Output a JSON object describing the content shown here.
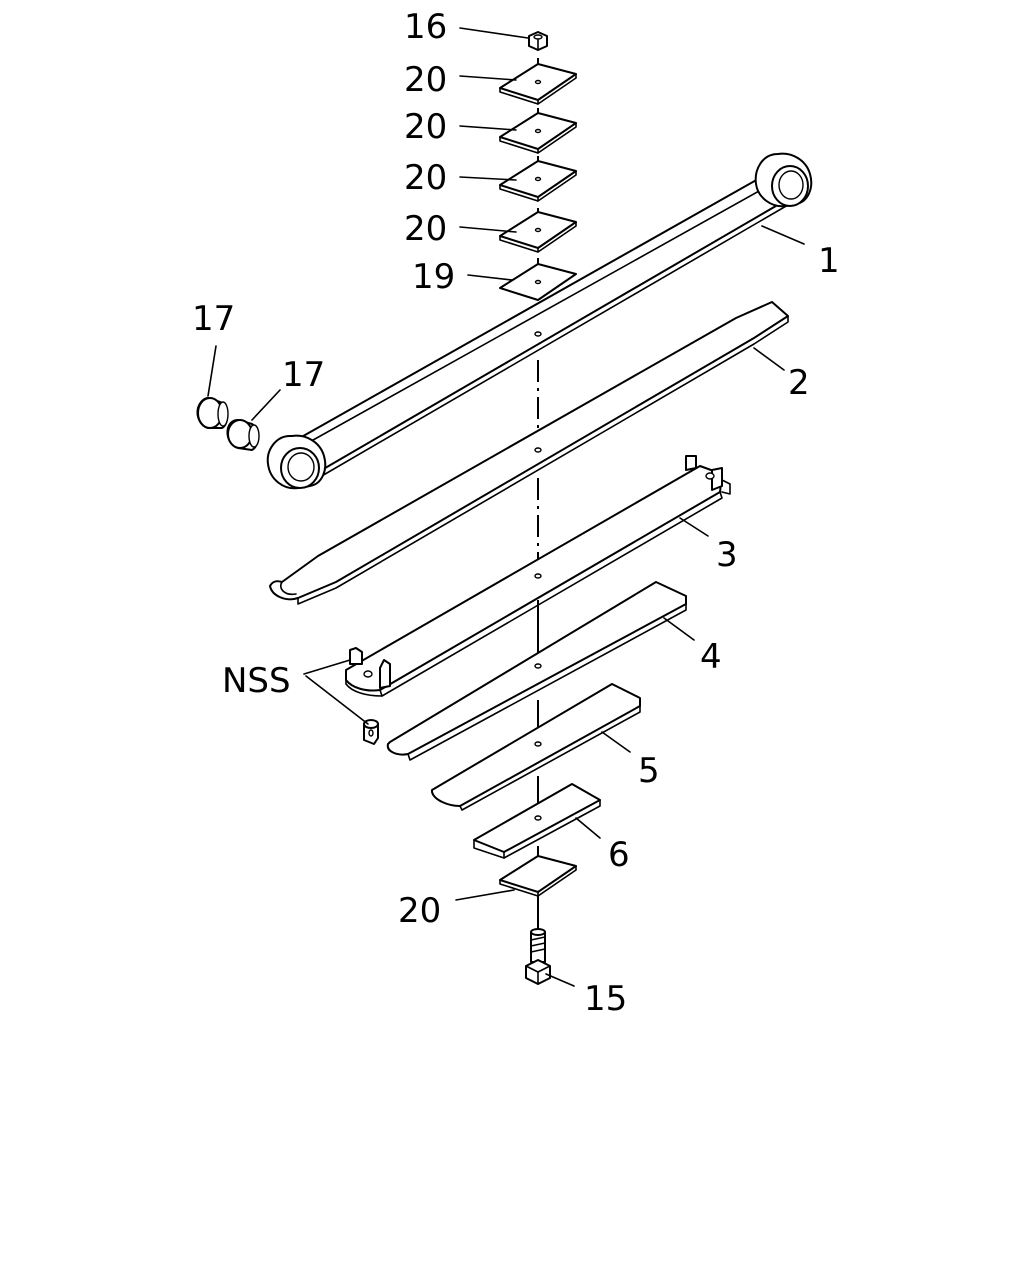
{
  "callouts": {
    "c16": "16",
    "c20a": "20",
    "c20b": "20",
    "c20c": "20",
    "c20d": "20",
    "c19": "19",
    "c1": "1",
    "c2": "2",
    "c3": "3",
    "c4": "4",
    "c5": "5",
    "c6": "6",
    "c20e": "20",
    "c15": "15",
    "c17a": "17",
    "c17b": "17",
    "nss": "NSS"
  }
}
